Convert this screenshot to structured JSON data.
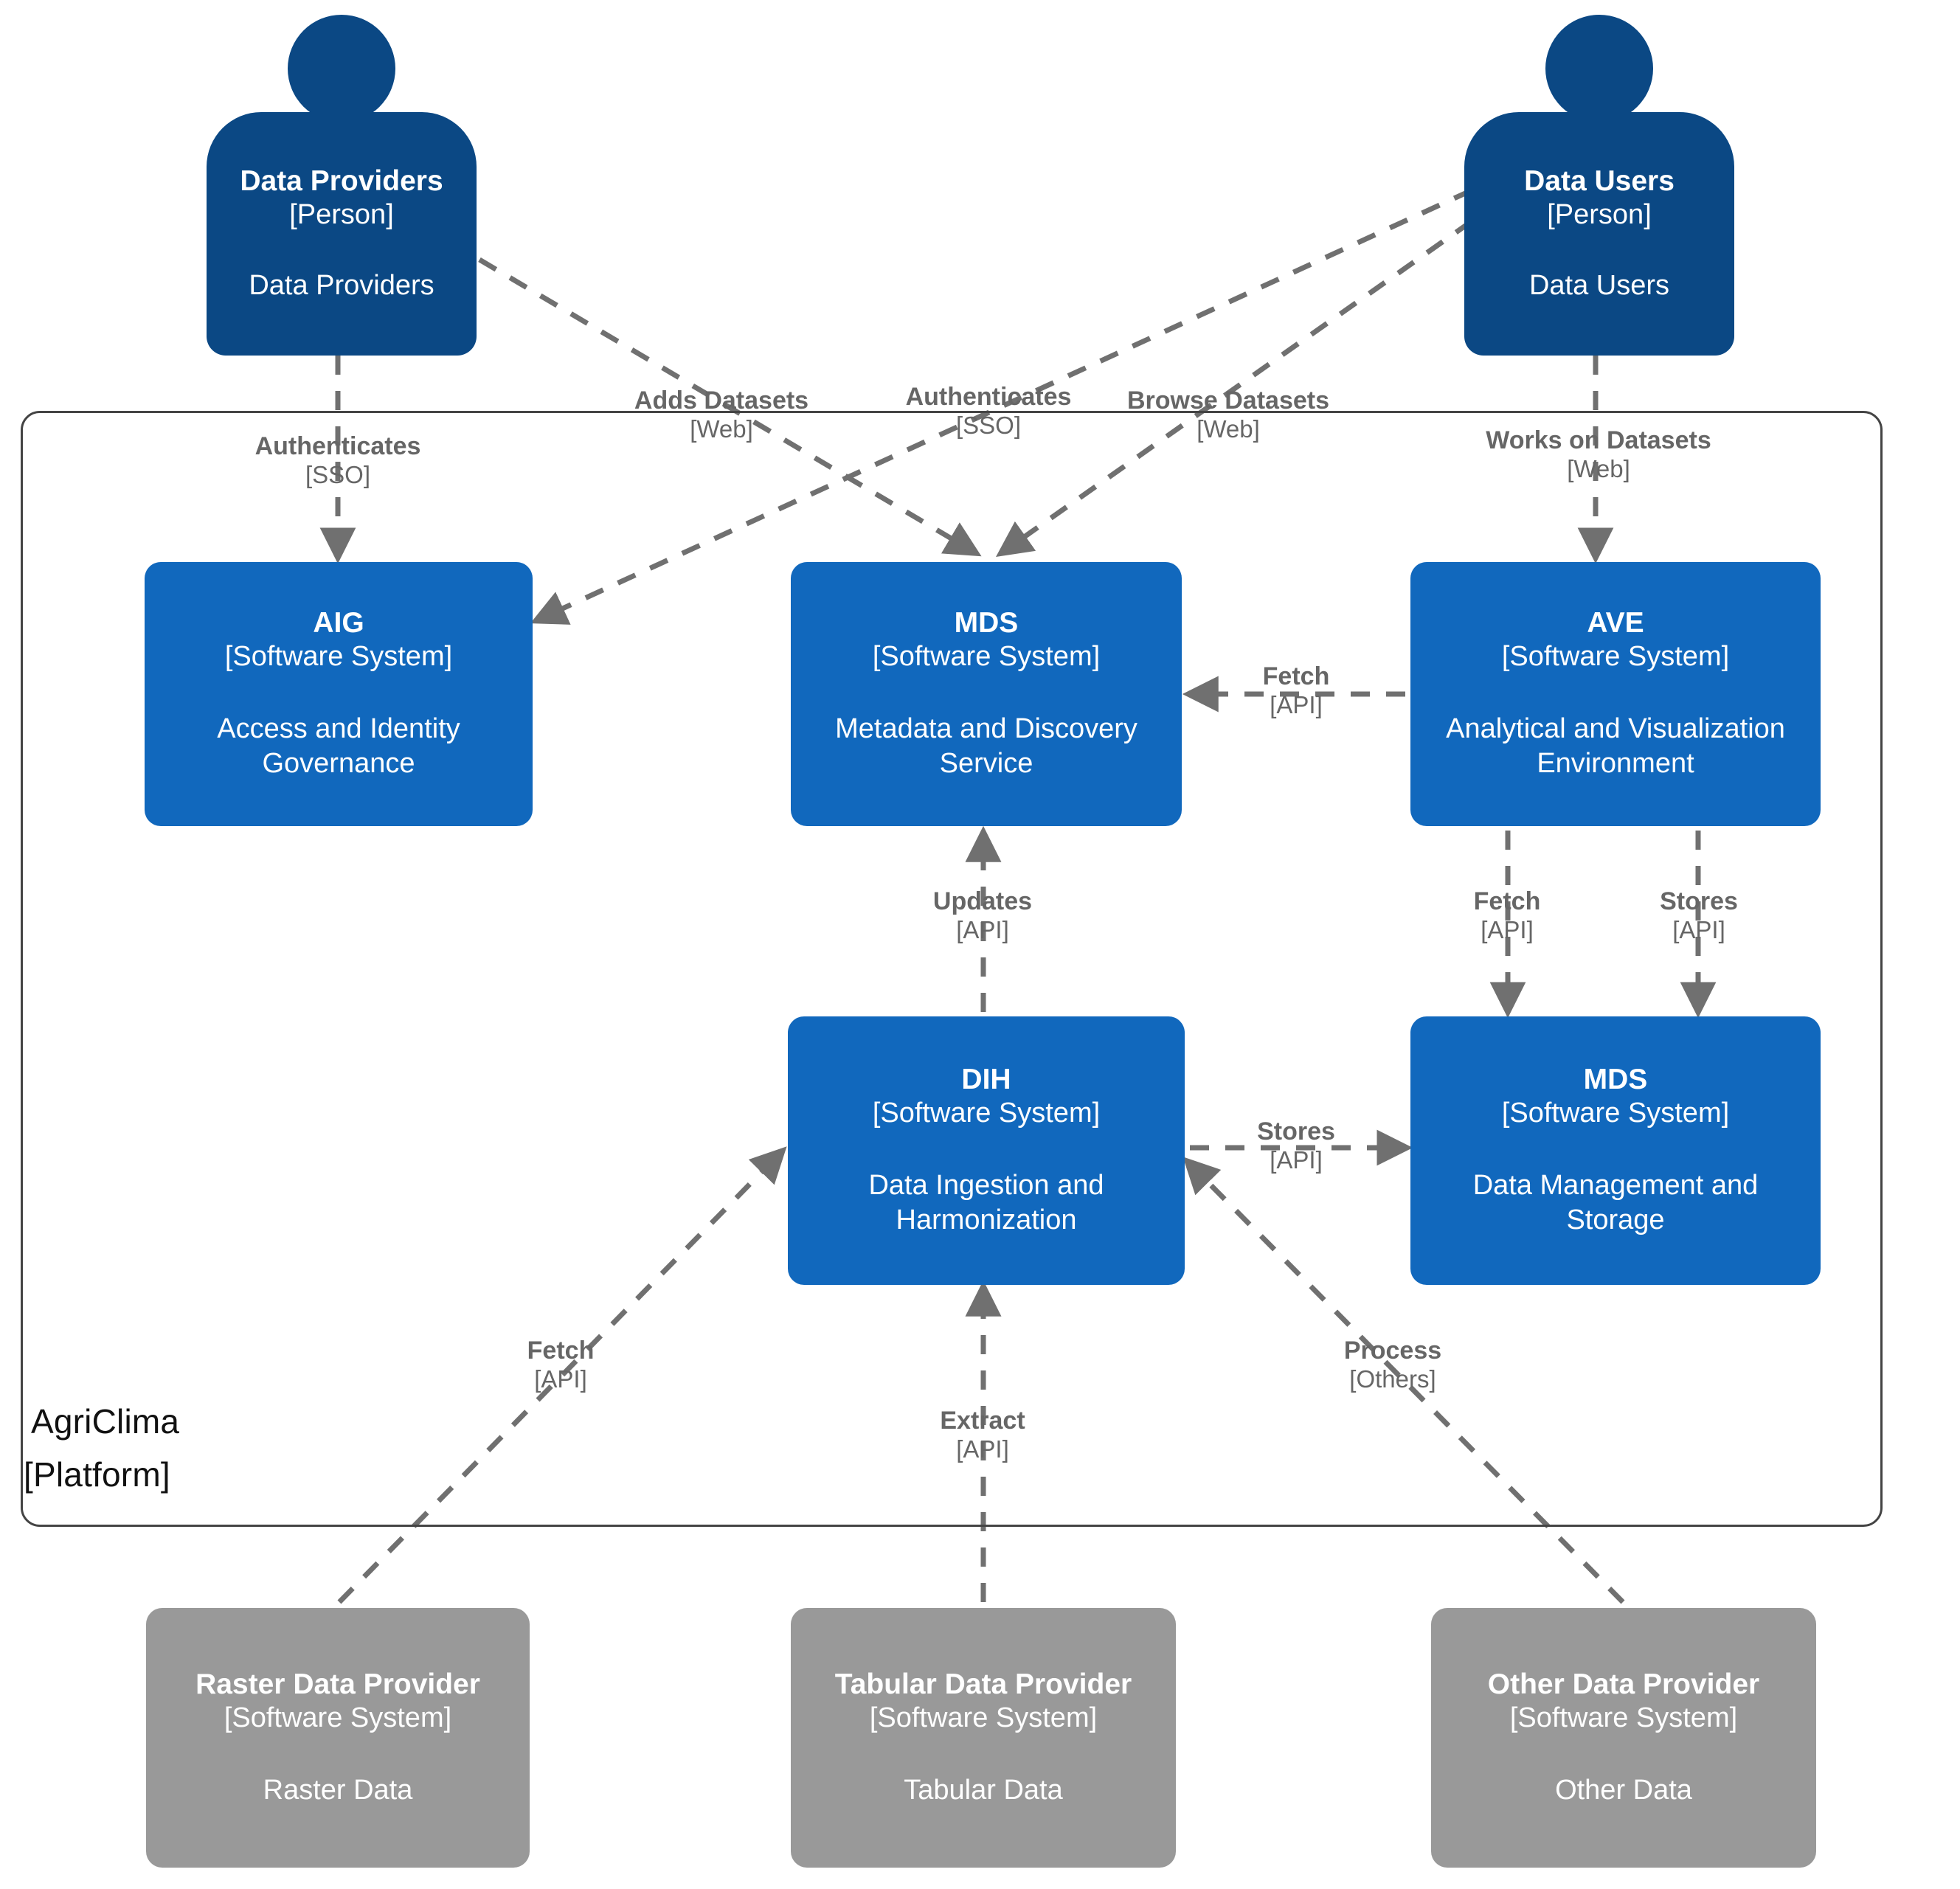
{
  "boundary": {
    "name": "AgriClima",
    "type": "[Platform]"
  },
  "nodes": [
    {
      "id": "data-providers",
      "kind": "person",
      "title": "Data Providers",
      "type": "[Person]",
      "desc": "Data Providers"
    },
    {
      "id": "data-users",
      "kind": "person",
      "title": "Data Users",
      "type": "[Person]",
      "desc": "Data Users"
    },
    {
      "id": "aig",
      "kind": "system",
      "title": "AIG",
      "type": "[Software System]",
      "desc": "Access and Identity Governance"
    },
    {
      "id": "mds-discovery",
      "kind": "system",
      "title": "MDS",
      "type": "[Software System]",
      "desc": "Metadata and Discovery Service"
    },
    {
      "id": "ave",
      "kind": "system",
      "title": "AVE",
      "type": "[Software System]",
      "desc": "Analytical and Visualization Environment"
    },
    {
      "id": "dih",
      "kind": "system",
      "title": "DIH",
      "type": "[Software System]",
      "desc": "Data Ingestion and Harmonization"
    },
    {
      "id": "mds-storage",
      "kind": "system",
      "title": "MDS",
      "type": "[Software System]",
      "desc": "Data Management and Storage"
    },
    {
      "id": "raster-data-provider",
      "kind": "external",
      "title": "Raster Data Provider",
      "type": "[Software System]",
      "desc": "Raster Data"
    },
    {
      "id": "tabular-data-provider",
      "kind": "external",
      "title": "Tabular Data Provider",
      "type": "[Software System]",
      "desc": "Tabular Data"
    },
    {
      "id": "other-data-provider",
      "kind": "external",
      "title": "Other Data Provider",
      "type": "[Software System]",
      "desc": "Other Data"
    }
  ],
  "edges": [
    {
      "id": "providers-authenticates-aig",
      "label": "Authenticates",
      "tech": "[SSO]"
    },
    {
      "id": "providers-adds-datasets-mds",
      "label": "Adds Datasets",
      "tech": "[Web]"
    },
    {
      "id": "users-authenticates-aig",
      "label": "Authenticates",
      "tech": "[SSO]"
    },
    {
      "id": "users-browse-datasets-mds",
      "label": "Browse Datasets",
      "tech": "[Web]"
    },
    {
      "id": "users-works-on-datasets-ave",
      "label": "Works on Datasets",
      "tech": "[Web]"
    },
    {
      "id": "ave-fetch-mds",
      "label": "Fetch",
      "tech": "[API]"
    },
    {
      "id": "dih-updates-mds",
      "label": "Updates",
      "tech": "[API]"
    },
    {
      "id": "ave-fetch-storage",
      "label": "Fetch",
      "tech": "[API]"
    },
    {
      "id": "ave-stores-storage",
      "label": "Stores",
      "tech": "[API]"
    },
    {
      "id": "dih-stores-storage",
      "label": "Stores",
      "tech": "[API]"
    },
    {
      "id": "raster-fetch-dih",
      "label": "Fetch",
      "tech": "[API]"
    },
    {
      "id": "tabular-extract-dih",
      "label": "Extract",
      "tech": "[API]"
    },
    {
      "id": "other-process-dih",
      "label": "Process",
      "tech": "[Others]"
    }
  ],
  "colors": {
    "person": "#0b4884",
    "system": "#1168bd",
    "external": "#999999",
    "edge": "#707070",
    "boundary": "#444444",
    "label": "#666666"
  }
}
